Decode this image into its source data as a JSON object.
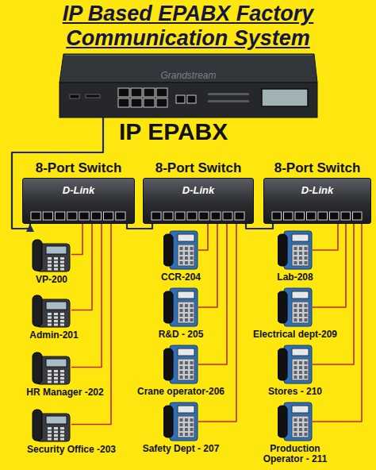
{
  "diagram": {
    "title": "IP Based EPABX Factory Communication System",
    "nodes": [
      {
        "text": [
          "Grandstream",
          "IP EPABX"
        ]
      },
      {
        "text": [
          "8-Port Switch",
          "D-Link"
        ]
      },
      {
        "text": [
          "8-Port Switch",
          "D-Link"
        ]
      },
      {
        "text": [
          "8-Port Switch",
          "D-Link"
        ]
      },
      {
        "text": [
          "VP-200"
        ]
      },
      {
        "text": [
          "Admin-201"
        ]
      },
      {
        "text": [
          "HR Manager -202"
        ]
      },
      {
        "text": [
          "Security Office -203"
        ]
      },
      {
        "text": [
          "CCR-204"
        ]
      },
      {
        "text": [
          "R&D - 205"
        ]
      },
      {
        "text": [
          "Crane operator-206"
        ]
      },
      {
        "text": [
          "Safety Dept - 207"
        ]
      },
      {
        "text": [
          "Lab-208"
        ]
      },
      {
        "text": [
          "Electrical dept-209"
        ]
      },
      {
        "text": [
          "Stores - 210"
        ]
      },
      {
        "text": [
          "Production Operator - 211"
        ]
      }
    ],
    "edges": [
      {
        "from": 0,
        "to": 1,
        "arrow": "to"
      },
      {
        "from": 1,
        "to": 2,
        "arrow": "none"
      },
      {
        "from": 2,
        "to": 3,
        "arrow": "none"
      },
      {
        "from": 1,
        "to": 4,
        "arrow": "none"
      },
      {
        "from": 1,
        "to": 5,
        "arrow": "none"
      },
      {
        "from": 1,
        "to": 6,
        "arrow": "none"
      },
      {
        "from": 1,
        "to": 7,
        "arrow": "none"
      },
      {
        "from": 2,
        "to": 8,
        "arrow": "none"
      },
      {
        "from": 2,
        "to": 9,
        "arrow": "none"
      },
      {
        "from": 2,
        "to": 10,
        "arrow": "none"
      },
      {
        "from": 2,
        "to": 11,
        "arrow": "none"
      },
      {
        "from": 3,
        "to": 12,
        "arrow": "none"
      },
      {
        "from": 3,
        "to": 13,
        "arrow": "none"
      },
      {
        "from": 3,
        "to": 14,
        "arrow": "none"
      },
      {
        "from": 3,
        "to": 15,
        "arrow": "none"
      }
    ]
  }
}
